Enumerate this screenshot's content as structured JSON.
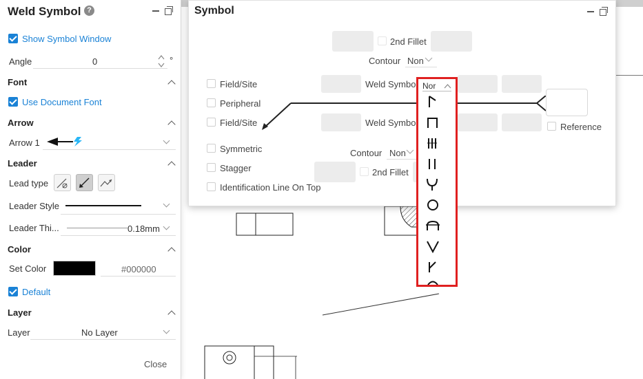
{
  "left_panel": {
    "title": "Weld Symbol",
    "help_icon": "question-circle-icon",
    "show_symbol_window": "Show Symbol Window",
    "angle_label": "Angle",
    "angle_value": "0",
    "angle_unit": "°",
    "font_section": "Font",
    "use_document_font": "Use Document Font",
    "arrow_section": "Arrow",
    "arrow_label": "Arrow 1",
    "leader_section": "Leader",
    "lead_type_label": "Lead type",
    "leader_style_label": "Leader Style",
    "leader_thickness_label": "Leader Thi...",
    "leader_thickness_value": "0.18mm",
    "color_section": "Color",
    "set_color_label": "Set Color",
    "color_hex": "#000000",
    "default_label": "Default",
    "layer_section": "Layer",
    "layer_label": "Layer",
    "layer_value": "No Layer",
    "close_label": "Close"
  },
  "dialog": {
    "title": "Symbol",
    "second_fillet_top": "2nd Fillet",
    "contour_top_label": "Contour",
    "contour_top_value": "Non",
    "field_site_1": "Field/Site",
    "peripheral": "Peripheral",
    "field_site_2": "Field/Site",
    "weld_symbol_1": "Weld Symbol",
    "weld_symbol_1_value": "Nor",
    "weld_symbol_2": "Weld Symbol",
    "reference": "Reference",
    "symmetric": "Symmetric",
    "stagger": "Stagger",
    "identification_line": "Identification Line On Top",
    "contour_bottom_label": "Contour",
    "contour_bottom_value": "Non",
    "second_fillet_bottom": "2nd Fillet"
  },
  "dropdown_symbols": [
    "fillet-weld-icon",
    "square-groove-icon",
    "plug-weld-triple-icon",
    "double-square-icon",
    "y-groove-icon",
    "spot-weld-icon",
    "seam-weld-icon",
    "v-groove-icon",
    "bevel-groove-icon",
    "partial-circle-icon"
  ],
  "colors": {
    "accent": "#1a82d6",
    "highlight": "#e02020",
    "swatch": "#000000"
  }
}
